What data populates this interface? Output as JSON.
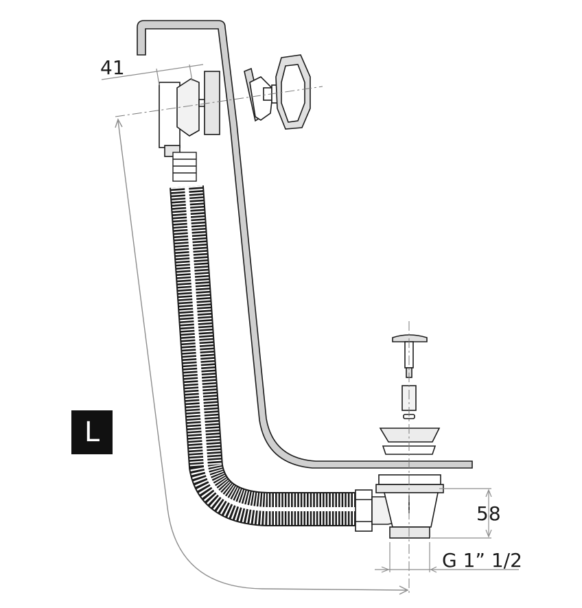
{
  "dimensions": {
    "overflow_height": "41",
    "body_height": "58",
    "thread": "G 1” 1/2"
  },
  "badge": {
    "letter": "L"
  },
  "colors": {
    "line": "#1a1a1a",
    "dim_line": "#8c8c8c",
    "pipe_fill": "#c8c8c8",
    "hose_dark": "#2a2a2a"
  }
}
